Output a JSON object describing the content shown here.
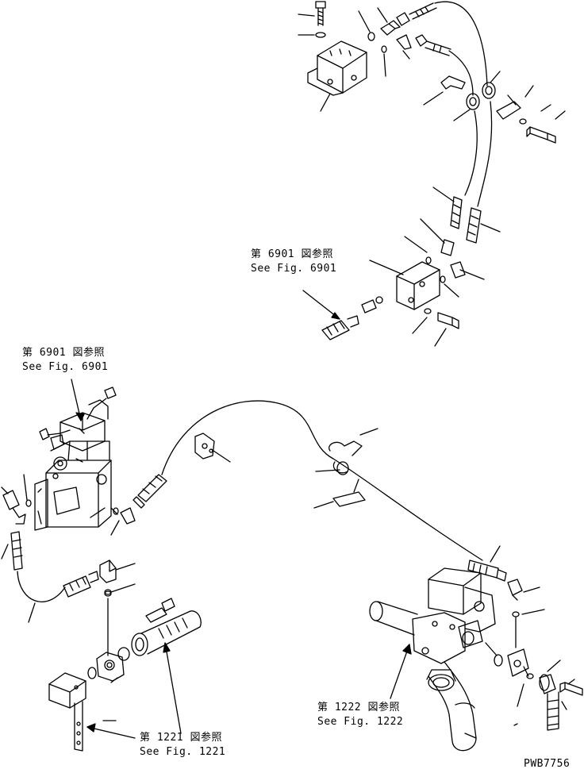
{
  "references": {
    "top": {
      "jp": "第 6901 図参照",
      "en": "See Fig. 6901"
    },
    "left": {
      "jp": "第 6901 図参照",
      "en": "See Fig. 6901"
    },
    "bottom_left": {
      "jp": "第 1221 図参照",
      "en": "See Fig. 1221"
    },
    "bottom_right": {
      "jp": "第 1222 図参照",
      "en": "See Fig. 1222"
    }
  },
  "drawing_code": "PWB7756",
  "colors": {
    "line": "#000000",
    "background": "#ffffff"
  }
}
